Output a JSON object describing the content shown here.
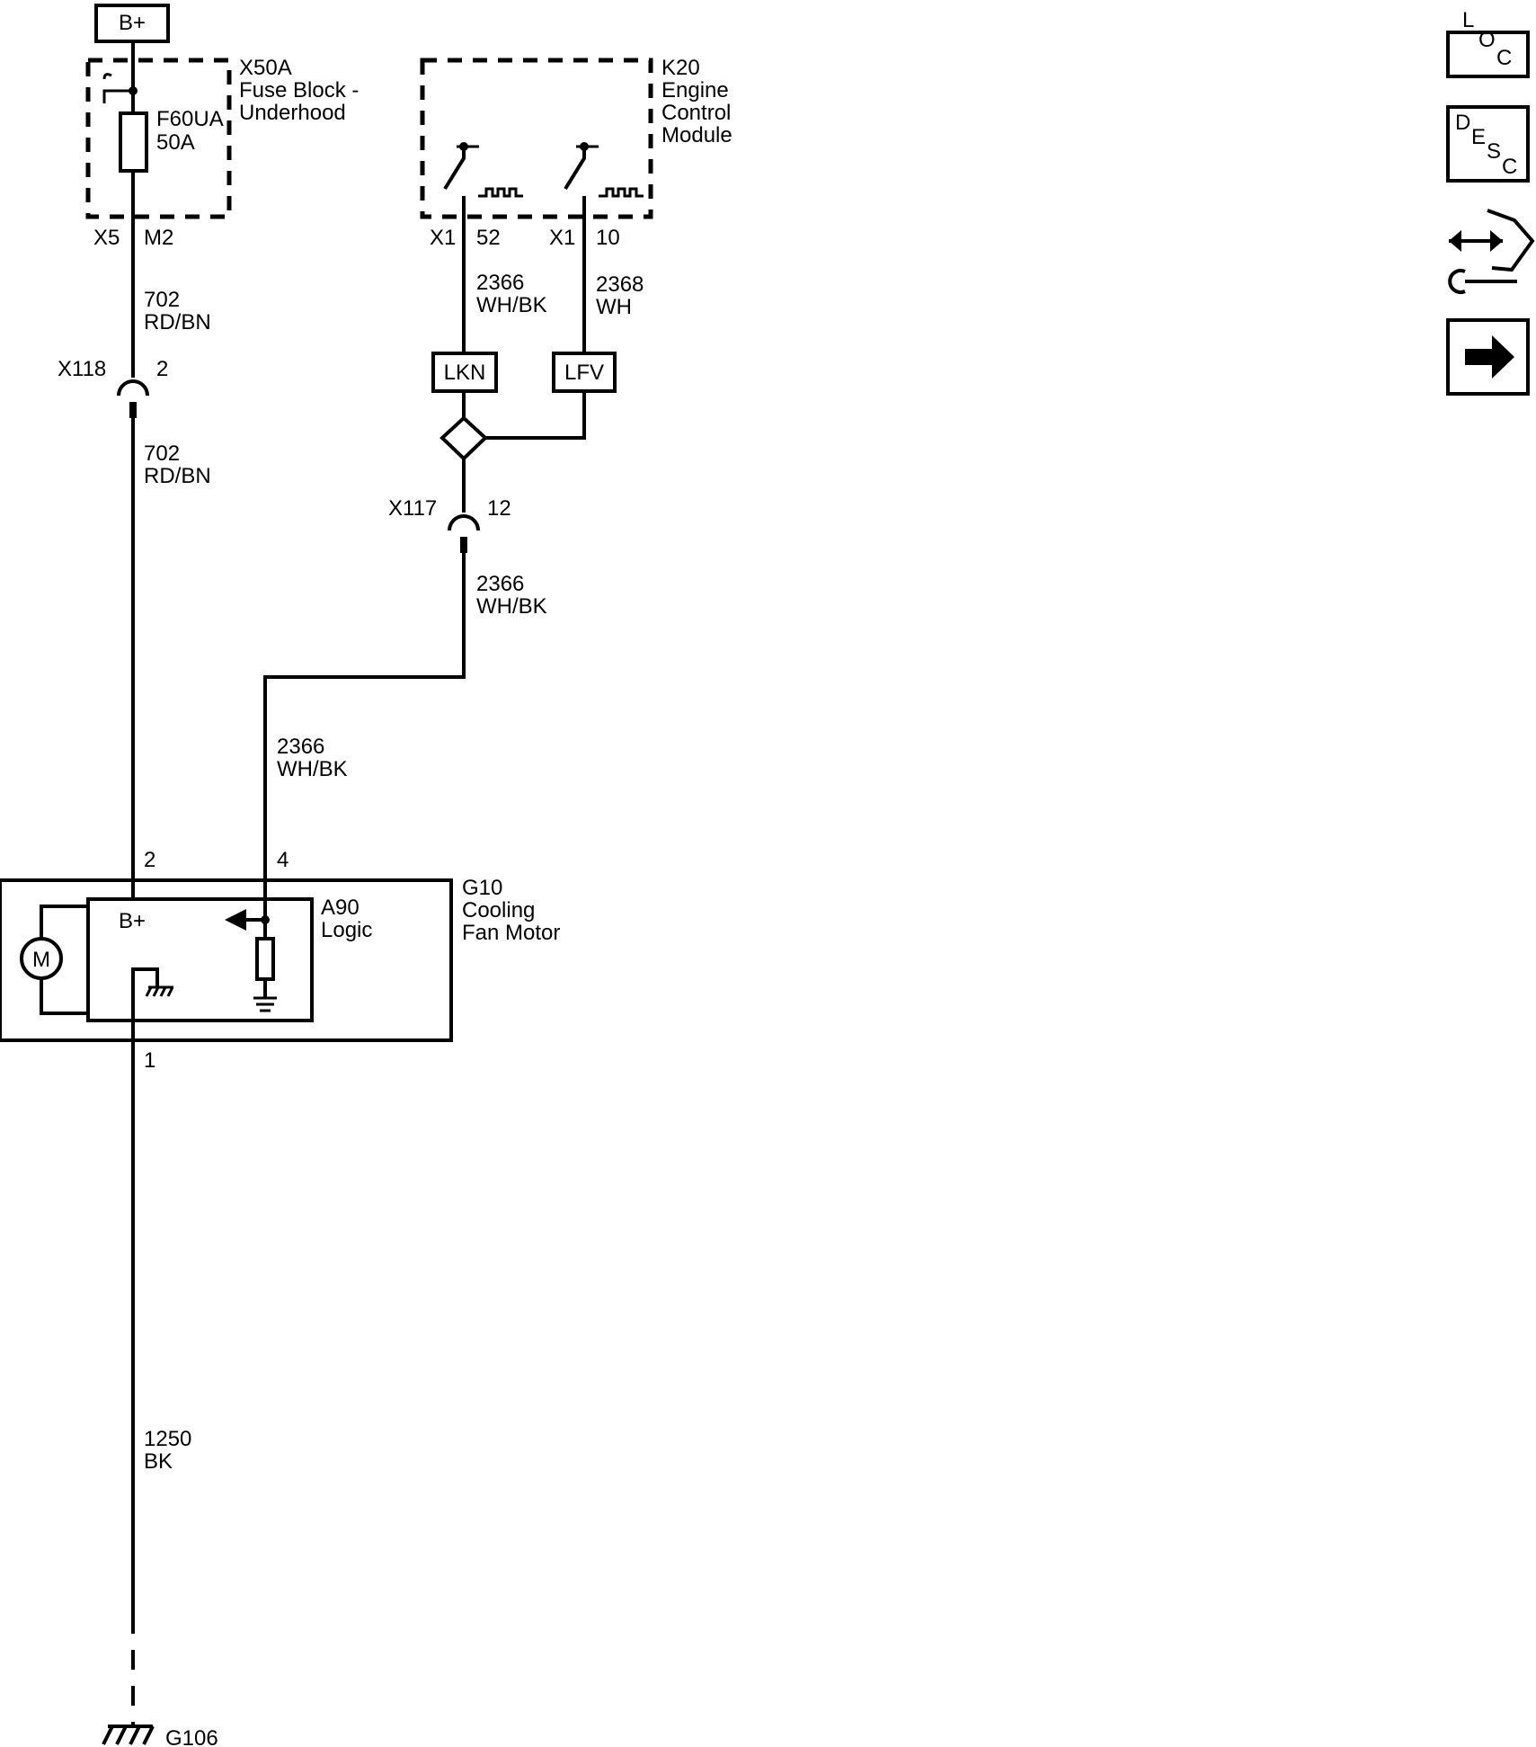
{
  "power": {
    "label": "B+"
  },
  "fuse_block": {
    "id": "X50A",
    "name_line1": "Fuse Block -",
    "name_line2": "Underhood",
    "fuse_id": "F60UA",
    "fuse_rating": "50A",
    "conn": "X5",
    "pin": "M2"
  },
  "ecm": {
    "id": "K20",
    "name_line1": "Engine",
    "name_line2": "Control",
    "name_line3": "Module",
    "conn_a": "X1",
    "pin_a": "52",
    "conn_b": "X1",
    "pin_b": "10"
  },
  "wires": {
    "w702_top": {
      "circuit": "702",
      "color": "RD/BN"
    },
    "w702_bottom": {
      "circuit": "702",
      "color": "RD/BN"
    },
    "w2366_ecm": {
      "circuit": "2366",
      "color": "WH/BK"
    },
    "w2368_ecm": {
      "circuit": "2368",
      "color": "WH"
    },
    "w2366_mid": {
      "circuit": "2366",
      "color": "WH/BK"
    },
    "w2366_low": {
      "circuit": "2366",
      "color": "WH/BK"
    },
    "w1250": {
      "circuit": "1250",
      "color": "BK"
    }
  },
  "option_codes": {
    "left": "LKN",
    "right": "LFV"
  },
  "connectors": {
    "x118": {
      "id": "X118",
      "pin": "2"
    },
    "x117": {
      "id": "X117",
      "pin": "12"
    }
  },
  "fan": {
    "id": "G10",
    "name_line1": "Cooling",
    "name_line2": "Fan Motor",
    "logic_id": "A90",
    "logic_name": "Logic",
    "pin_power": "2",
    "pin_signal": "4",
    "pin_ground": "1",
    "internal_bplus": "B+",
    "motor": "M"
  },
  "ground": {
    "id": "G106"
  },
  "nav": {
    "loc": [
      "L",
      "O",
      "C"
    ],
    "desc": [
      "D",
      "E",
      "S",
      "C"
    ]
  }
}
